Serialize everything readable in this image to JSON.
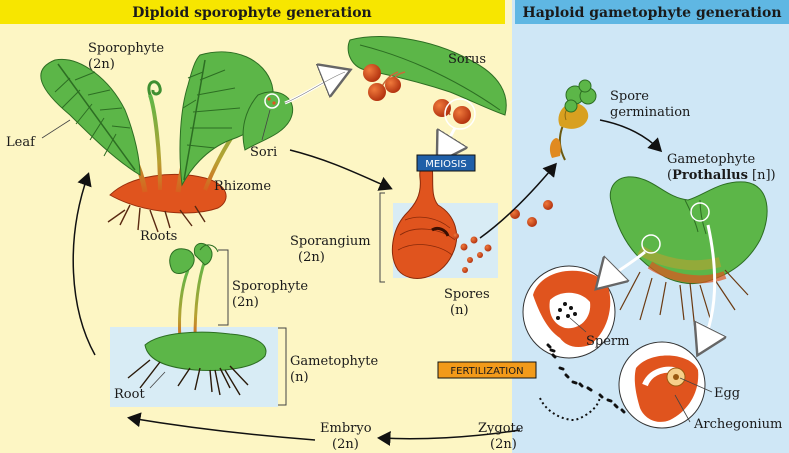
{
  "headers": {
    "left": "Diploid sporophyte generation",
    "right": "Haploid gametophyte generation"
  },
  "labels": {
    "sporophyte_top_1": "Sporophyte",
    "sporophyte_top_2": "(2n)",
    "leaf": "Leaf",
    "sori": "Sori",
    "rhizome": "Rhizome",
    "roots": "Roots",
    "sorus": "Sorus",
    "meiosis": "MEIOSIS",
    "sporangium_1": "Sporangium",
    "sporangium_2": "(2n)",
    "spores_1": "Spores",
    "spores_2": "(n)",
    "spore_germination_1": "Spore",
    "spore_germination_2": "germination",
    "gametophyte_right_1": "Gametophyte",
    "gametophyte_right_2a": "(",
    "gametophyte_right_2b": "Prothallus",
    "gametophyte_right_2c": " [n])",
    "sperm": "Sperm",
    "egg": "Egg",
    "archegonium": "Archegonium",
    "fertilization": "FERTILIZATION",
    "zygote_1": "Zygote",
    "zygote_2": "(2n)",
    "embryo_1": "Embryo",
    "embryo_2": "(2n)",
    "sporophyte_young_1": "Sporophyte",
    "sporophyte_young_2": "(2n)",
    "gametophyte_left_1": "Gametophyte",
    "gametophyte_left_2": "(n)",
    "root": "Root"
  },
  "colors": {
    "left_bg": "#fdf6c4",
    "right_bg": "#cfe7f6",
    "header_left": "#f7e600",
    "header_right": "#5fb7e3",
    "leaf_green": "#5cb648",
    "sporangium_orange": "#e0541e",
    "meiosis_bg": "#1f5fa8",
    "fertilization_bg": "#f29a1a"
  }
}
